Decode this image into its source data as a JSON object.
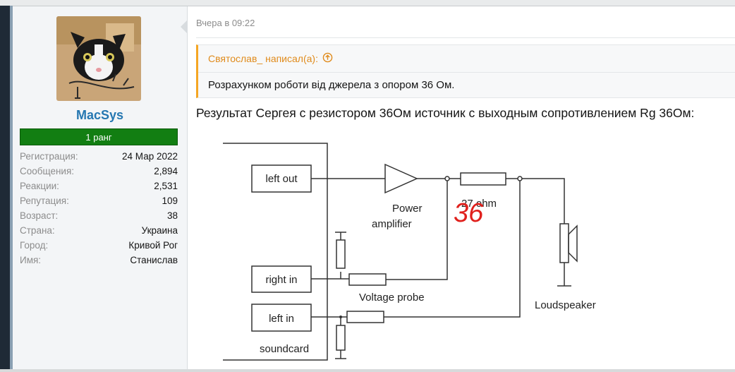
{
  "user": {
    "name": "MacSys",
    "rank": "1 ранг",
    "stats": [
      {
        "label": "Регистрация:",
        "value": "24 Мар 2022"
      },
      {
        "label": "Сообщения:",
        "value": "2,894"
      },
      {
        "label": "Реакции:",
        "value": "2,531"
      },
      {
        "label": "Репутация:",
        "value": "109"
      },
      {
        "label": "Возраст:",
        "value": "38"
      },
      {
        "label": "Страна:",
        "value": "Украина"
      },
      {
        "label": "Город:",
        "value": "Кривой Рог"
      },
      {
        "label": "Имя:",
        "value": "Станислав"
      }
    ]
  },
  "post": {
    "time": "Вчера в 09:22",
    "quote": {
      "author_line": "Святослав_ написал(а):",
      "text": "Розрахунком роботи від джерела з опором 36 Ом."
    },
    "body": "Результат Сергея с резистором 36Ом источник с выходным сопротивлением Rg 36Ом:"
  },
  "diagram": {
    "left_out": "left out",
    "right_in": "right in",
    "left_in": "left in",
    "soundcard": "soundcard",
    "power_amp_line1": "Power",
    "power_amp_line2": "amplifier",
    "resistor_label": "27 ohm",
    "handwritten": "36",
    "voltage_probe": "Voltage probe",
    "loudspeaker": "Loudspeaker"
  },
  "colors": {
    "accent": "#2577b1",
    "rank_bg": "#127e12",
    "quote_accent": "#e08b1c",
    "handwriting": "#e0201c"
  }
}
